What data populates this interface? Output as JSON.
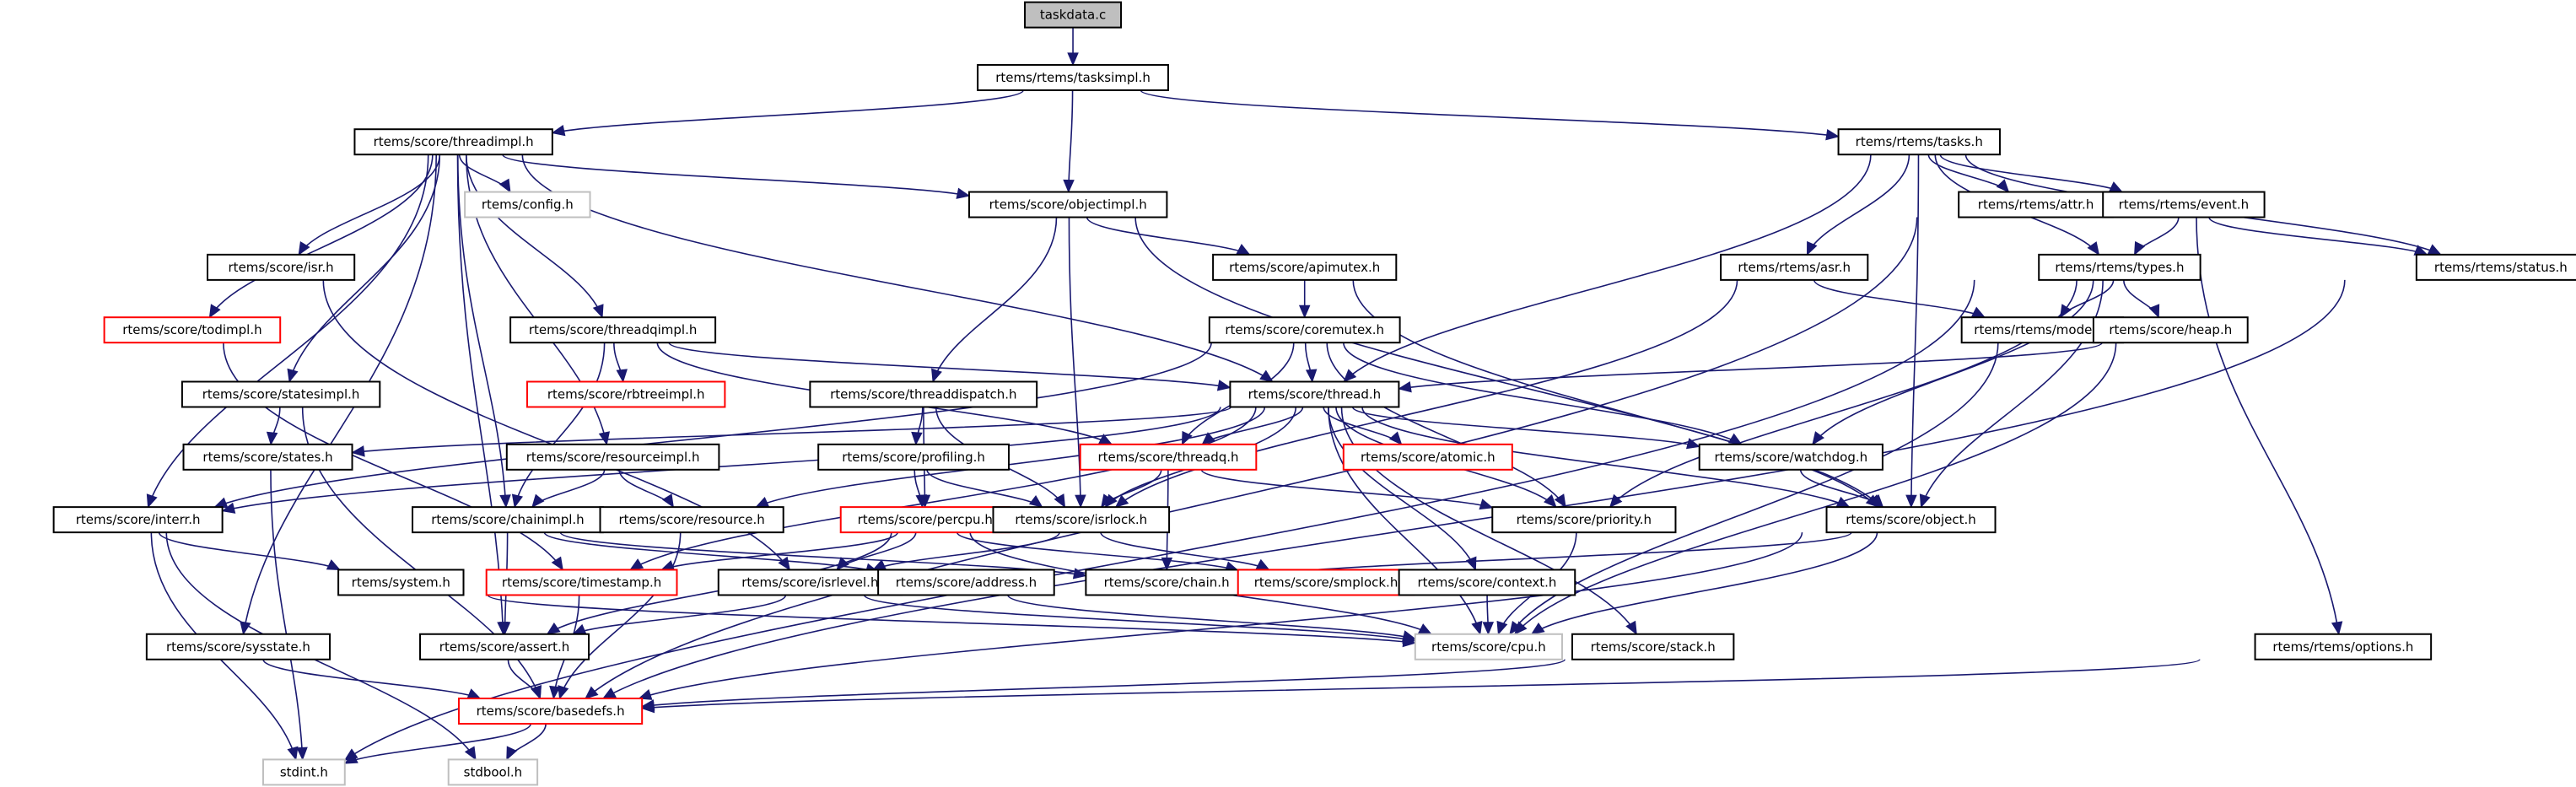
{
  "title": "taskdata.c include dependency graph",
  "colors": {
    "edge": "#191970",
    "root_fill": "#bfbfbf",
    "node_fill": "#ffffff",
    "documented_border": "#000000",
    "undocumented_border": "#ff0000",
    "external_border": "#bfbfbf"
  },
  "nodes": [
    {
      "id": "taskdata",
      "label": "taskdata.c",
      "kind": "root"
    },
    {
      "id": "tasksimpl",
      "label": "rtems/rtems/tasksimpl.h",
      "kind": "documented"
    },
    {
      "id": "threadimpl",
      "label": "rtems/score/threadimpl.h",
      "kind": "documented"
    },
    {
      "id": "tasks",
      "label": "rtems/rtems/tasks.h",
      "kind": "documented"
    },
    {
      "id": "config",
      "label": "rtems/config.h",
      "kind": "external"
    },
    {
      "id": "objectimpl",
      "label": "rtems/score/objectimpl.h",
      "kind": "documented"
    },
    {
      "id": "attr",
      "label": "rtems/rtems/attr.h",
      "kind": "documented"
    },
    {
      "id": "event",
      "label": "rtems/rtems/event.h",
      "kind": "documented"
    },
    {
      "id": "isr",
      "label": "rtems/score/isr.h",
      "kind": "documented"
    },
    {
      "id": "apimutex",
      "label": "rtems/score/apimutex.h",
      "kind": "documented"
    },
    {
      "id": "asr",
      "label": "rtems/rtems/asr.h",
      "kind": "documented"
    },
    {
      "id": "types",
      "label": "rtems/rtems/types.h",
      "kind": "documented"
    },
    {
      "id": "status",
      "label": "rtems/rtems/status.h",
      "kind": "documented"
    },
    {
      "id": "todimpl",
      "label": "rtems/score/todimpl.h",
      "kind": "undocumented"
    },
    {
      "id": "threadqimpl",
      "label": "rtems/score/threadqimpl.h",
      "kind": "documented"
    },
    {
      "id": "coremutex",
      "label": "rtems/score/coremutex.h",
      "kind": "documented"
    },
    {
      "id": "modes",
      "label": "rtems/rtems/modes.h",
      "kind": "documented"
    },
    {
      "id": "heap",
      "label": "rtems/score/heap.h",
      "kind": "documented"
    },
    {
      "id": "statesimpl",
      "label": "rtems/score/statesimpl.h",
      "kind": "documented"
    },
    {
      "id": "rbtreeimpl",
      "label": "rtems/score/rbtreeimpl.h",
      "kind": "undocumented"
    },
    {
      "id": "threaddispatch",
      "label": "rtems/score/threaddispatch.h",
      "kind": "documented"
    },
    {
      "id": "thread",
      "label": "rtems/score/thread.h",
      "kind": "documented"
    },
    {
      "id": "states",
      "label": "rtems/score/states.h",
      "kind": "documented"
    },
    {
      "id": "resourceimpl",
      "label": "rtems/score/resourceimpl.h",
      "kind": "documented"
    },
    {
      "id": "profiling",
      "label": "rtems/score/profiling.h",
      "kind": "documented"
    },
    {
      "id": "threadq",
      "label": "rtems/score/threadq.h",
      "kind": "undocumented"
    },
    {
      "id": "atomic",
      "label": "rtems/score/atomic.h",
      "kind": "undocumented"
    },
    {
      "id": "watchdog",
      "label": "rtems/score/watchdog.h",
      "kind": "documented"
    },
    {
      "id": "interr",
      "label": "rtems/score/interr.h",
      "kind": "documented"
    },
    {
      "id": "chainimpl",
      "label": "rtems/score/chainimpl.h",
      "kind": "documented"
    },
    {
      "id": "resource",
      "label": "rtems/score/resource.h",
      "kind": "documented"
    },
    {
      "id": "percpu",
      "label": "rtems/score/percpu.h",
      "kind": "undocumented"
    },
    {
      "id": "isrlock",
      "label": "rtems/score/isrlock.h",
      "kind": "documented"
    },
    {
      "id": "priority",
      "label": "rtems/score/priority.h",
      "kind": "documented"
    },
    {
      "id": "object",
      "label": "rtems/score/object.h",
      "kind": "documented"
    },
    {
      "id": "system",
      "label": "rtems/system.h",
      "kind": "documented"
    },
    {
      "id": "timestamp",
      "label": "rtems/score/timestamp.h",
      "kind": "undocumented"
    },
    {
      "id": "isrlevel",
      "label": "rtems/score/isrlevel.h",
      "kind": "documented"
    },
    {
      "id": "address",
      "label": "rtems/score/address.h",
      "kind": "documented"
    },
    {
      "id": "chain",
      "label": "rtems/score/chain.h",
      "kind": "documented"
    },
    {
      "id": "smplock",
      "label": "rtems/score/smplock.h",
      "kind": "undocumented"
    },
    {
      "id": "context",
      "label": "rtems/score/context.h",
      "kind": "documented"
    },
    {
      "id": "sysstate",
      "label": "rtems/score/sysstate.h",
      "kind": "documented"
    },
    {
      "id": "assert",
      "label": "rtems/score/assert.h",
      "kind": "documented"
    },
    {
      "id": "cpu",
      "label": "rtems/score/cpu.h",
      "kind": "external"
    },
    {
      "id": "stack",
      "label": "rtems/score/stack.h",
      "kind": "documented"
    },
    {
      "id": "options",
      "label": "rtems/rtems/options.h",
      "kind": "documented"
    },
    {
      "id": "basedefs",
      "label": "rtems/score/basedefs.h",
      "kind": "undocumented"
    },
    {
      "id": "stdint",
      "label": "stdint.h",
      "kind": "external"
    },
    {
      "id": "stdbool",
      "label": "stdbool.h",
      "kind": "external"
    }
  ],
  "edges": [
    [
      "taskdata",
      "tasksimpl"
    ],
    [
      "tasksimpl",
      "threadimpl"
    ],
    [
      "tasksimpl",
      "tasks"
    ],
    [
      "tasksimpl",
      "objectimpl"
    ],
    [
      "threadimpl",
      "config"
    ],
    [
      "threadimpl",
      "objectimpl"
    ],
    [
      "threadimpl",
      "isr"
    ],
    [
      "threadimpl",
      "todimpl"
    ],
    [
      "threadimpl",
      "threadqimpl"
    ],
    [
      "threadimpl",
      "statesimpl"
    ],
    [
      "threadimpl",
      "thread"
    ],
    [
      "threadimpl",
      "resourceimpl"
    ],
    [
      "threadimpl",
      "chainimpl"
    ],
    [
      "threadimpl",
      "interr"
    ],
    [
      "threadimpl",
      "sysstate"
    ],
    [
      "threadimpl",
      "assert"
    ],
    [
      "tasks",
      "attr"
    ],
    [
      "tasks",
      "event"
    ],
    [
      "tasks",
      "asr"
    ],
    [
      "tasks",
      "types"
    ],
    [
      "tasks",
      "status"
    ],
    [
      "tasks",
      "object"
    ],
    [
      "tasks",
      "thread"
    ],
    [
      "objectimpl",
      "apimutex"
    ],
    [
      "objectimpl",
      "threaddispatch"
    ],
    [
      "objectimpl",
      "isrlock"
    ],
    [
      "objectimpl",
      "object"
    ],
    [
      "apimutex",
      "coremutex"
    ],
    [
      "apimutex",
      "object"
    ],
    [
      "coremutex",
      "thread"
    ],
    [
      "coremutex",
      "threadq"
    ],
    [
      "coremutex",
      "priority"
    ],
    [
      "coremutex",
      "watchdog"
    ],
    [
      "coremutex",
      "interr"
    ],
    [
      "event",
      "types"
    ],
    [
      "event",
      "status"
    ],
    [
      "event",
      "options"
    ],
    [
      "attr",
      "basedefs"
    ],
    [
      "asr",
      "modes"
    ],
    [
      "asr",
      "isrlock"
    ],
    [
      "types",
      "modes"
    ],
    [
      "types",
      "heap"
    ],
    [
      "types",
      "object"
    ],
    [
      "types",
      "priority"
    ],
    [
      "types",
      "watchdog"
    ],
    [
      "types",
      "stdint"
    ],
    [
      "status",
      "basedefs"
    ],
    [
      "modes",
      "cpu"
    ],
    [
      "heap",
      "thread"
    ],
    [
      "heap",
      "cpu"
    ],
    [
      "threadqimpl",
      "thread"
    ],
    [
      "threadqimpl",
      "rbtreeimpl"
    ],
    [
      "threadqimpl",
      "chainimpl"
    ],
    [
      "threadqimpl",
      "threadq"
    ],
    [
      "statesimpl",
      "states"
    ],
    [
      "statesimpl",
      "basedefs"
    ],
    [
      "threaddispatch",
      "percpu"
    ],
    [
      "threaddispatch",
      "isrlock"
    ],
    [
      "threaddispatch",
      "profiling"
    ],
    [
      "profiling",
      "percpu"
    ],
    [
      "profiling",
      "isrlock"
    ],
    [
      "thread",
      "states"
    ],
    [
      "thread",
      "threadq"
    ],
    [
      "thread",
      "atomic"
    ],
    [
      "thread",
      "watchdog"
    ],
    [
      "thread",
      "resource"
    ],
    [
      "thread",
      "isrlock"
    ],
    [
      "thread",
      "priority"
    ],
    [
      "thread",
      "object"
    ],
    [
      "thread",
      "context"
    ],
    [
      "thread",
      "stack"
    ],
    [
      "thread",
      "timestamp"
    ],
    [
      "thread",
      "interr"
    ],
    [
      "thread",
      "cpu"
    ],
    [
      "threadq",
      "isrlock"
    ],
    [
      "threadq",
      "chain"
    ],
    [
      "threadq",
      "priority"
    ],
    [
      "watchdog",
      "object"
    ],
    [
      "resourceimpl",
      "chainimpl"
    ],
    [
      "resourceimpl",
      "resource"
    ],
    [
      "chainimpl",
      "chain"
    ],
    [
      "chainimpl",
      "assert"
    ],
    [
      "resource",
      "basedefs"
    ],
    [
      "percpu",
      "isrlevel"
    ],
    [
      "percpu",
      "smplock"
    ],
    [
      "percpu",
      "timestamp"
    ],
    [
      "percpu",
      "assert"
    ],
    [
      "percpu",
      "cpu"
    ],
    [
      "isrlock",
      "isrlevel"
    ],
    [
      "isrlock",
      "smplock"
    ],
    [
      "priority",
      "cpu"
    ],
    [
      "object",
      "chain"
    ],
    [
      "object",
      "cpu"
    ],
    [
      "object",
      "basedefs"
    ],
    [
      "interr",
      "system"
    ],
    [
      "interr",
      "stdint"
    ],
    [
      "interr",
      "stdbool"
    ],
    [
      "isr",
      "isrlevel"
    ],
    [
      "todimpl",
      "timestamp"
    ],
    [
      "system",
      "cpu"
    ],
    [
      "timestamp",
      "basedefs"
    ],
    [
      "isrlevel",
      "assert"
    ],
    [
      "isrlevel",
      "cpu"
    ],
    [
      "address",
      "cpu"
    ],
    [
      "context",
      "cpu"
    ],
    [
      "sysstate",
      "basedefs"
    ],
    [
      "assert",
      "basedefs"
    ],
    [
      "stack",
      "basedefs"
    ],
    [
      "options",
      "basedefs"
    ],
    [
      "basedefs",
      "stdint"
    ],
    [
      "basedefs",
      "stdbool"
    ],
    [
      "states",
      "stdint"
    ],
    [
      "chainimpl",
      "address"
    ]
  ]
}
